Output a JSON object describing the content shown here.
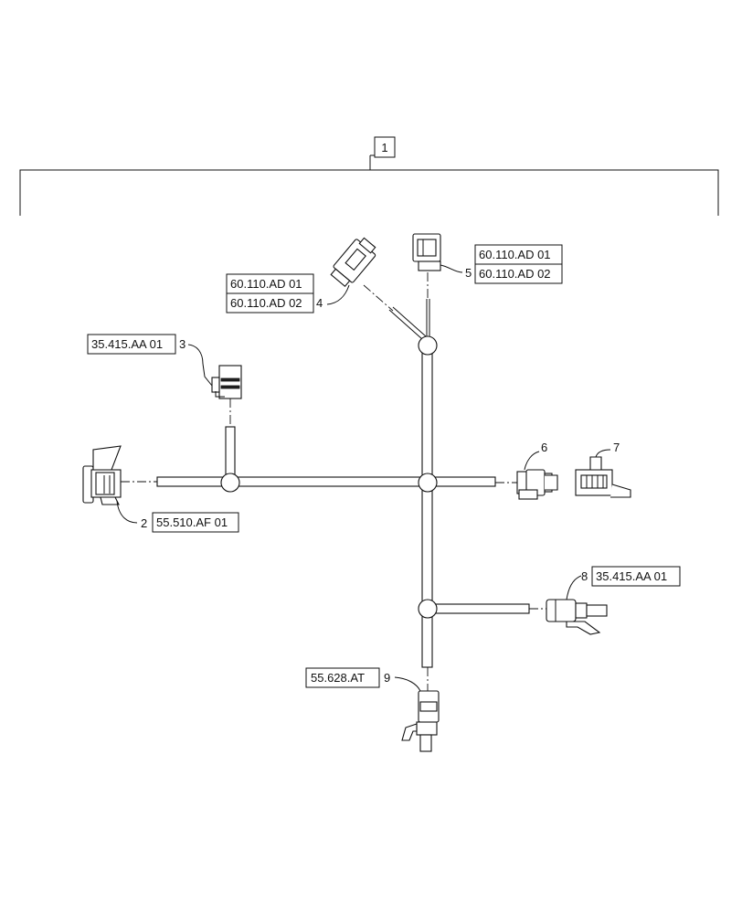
{
  "assembly": {
    "item": "1"
  },
  "callouts": [
    {
      "item": "2",
      "refs": [
        "55.510.AF 01"
      ]
    },
    {
      "item": "3",
      "refs": [
        "35.415.AA 01"
      ]
    },
    {
      "item": "4",
      "refs": [
        "60.110.AD 01",
        "60.110.AD 02"
      ]
    },
    {
      "item": "5",
      "refs": [
        "60.110.AD 01",
        "60.110.AD 02"
      ]
    },
    {
      "item": "6",
      "refs": []
    },
    {
      "item": "7",
      "refs": []
    },
    {
      "item": "8",
      "refs": [
        "35.415.AA 01"
      ]
    },
    {
      "item": "9",
      "refs": [
        "55.628.AT"
      ]
    }
  ]
}
